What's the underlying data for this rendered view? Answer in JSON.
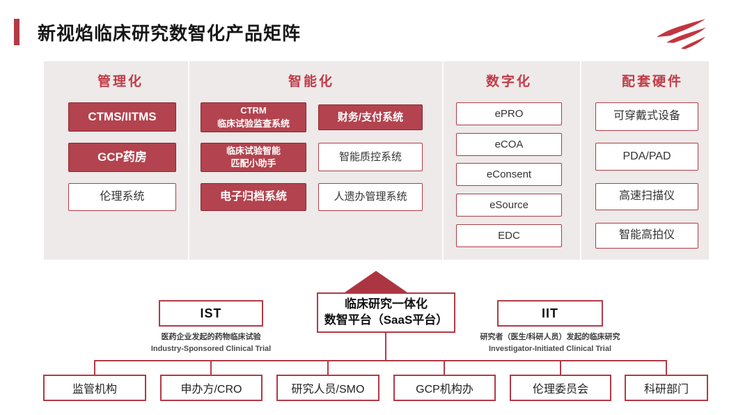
{
  "header": {
    "title": "新视焰临床研究数智化产品矩阵"
  },
  "colors": {
    "accent_red": "#b23a46",
    "filled_box_red": "#b3434e",
    "dark_red": "#93242f",
    "panel_bg": "#edeae9",
    "title_text": "#161616"
  },
  "matrix": {
    "columns": [
      {
        "header": "管理化"
      },
      {
        "header": "智能化"
      },
      {
        "header": "数字化"
      },
      {
        "header": "配套硬件"
      }
    ],
    "management": [
      {
        "label": "CTMS/IITMS"
      },
      {
        "label": "GCP药房"
      },
      {
        "label": "伦理系统"
      }
    ],
    "intelligence_left": [
      {
        "line1": "CTRM",
        "line2": "临床试验监查系统"
      },
      {
        "line1": "临床试验智能",
        "line2": "匹配小助手"
      },
      {
        "label": "电子归档系统"
      }
    ],
    "intelligence_right": [
      {
        "label": "财务/支付系统"
      },
      {
        "label": "智能质控系统"
      },
      {
        "label": "人遗办管理系统"
      }
    ],
    "digital": [
      {
        "label": "ePRO"
      },
      {
        "label": "eCOA"
      },
      {
        "label": "eConsent"
      },
      {
        "label": "eSource"
      },
      {
        "label": "EDC"
      }
    ],
    "hardware": [
      {
        "label": "可穿戴式设备"
      },
      {
        "label": "PDA/PAD"
      },
      {
        "label": "高速扫描仪"
      },
      {
        "label": "智能高拍仪"
      }
    ]
  },
  "platform": {
    "line1": "临床研究一体化",
    "line2": "数智平台（SaaS平台）"
  },
  "ist": {
    "label": "IST",
    "caption_zh": "医药企业发起的药物临床试验",
    "caption_en": "Industry-Sponsored Clinical Trial"
  },
  "iit": {
    "label": "IIT",
    "caption_zh": "研究者（医生/科研人员）发起的临床研究",
    "caption_en": "Investigator-Initiated Clinical Trial"
  },
  "stakeholders": [
    {
      "label": "监管机构"
    },
    {
      "label": "申办方/CRO"
    },
    {
      "label": "研究人员/SMO"
    },
    {
      "label": "GCP机构办"
    },
    {
      "label": "伦理委员会"
    },
    {
      "label": "科研部门"
    }
  ]
}
